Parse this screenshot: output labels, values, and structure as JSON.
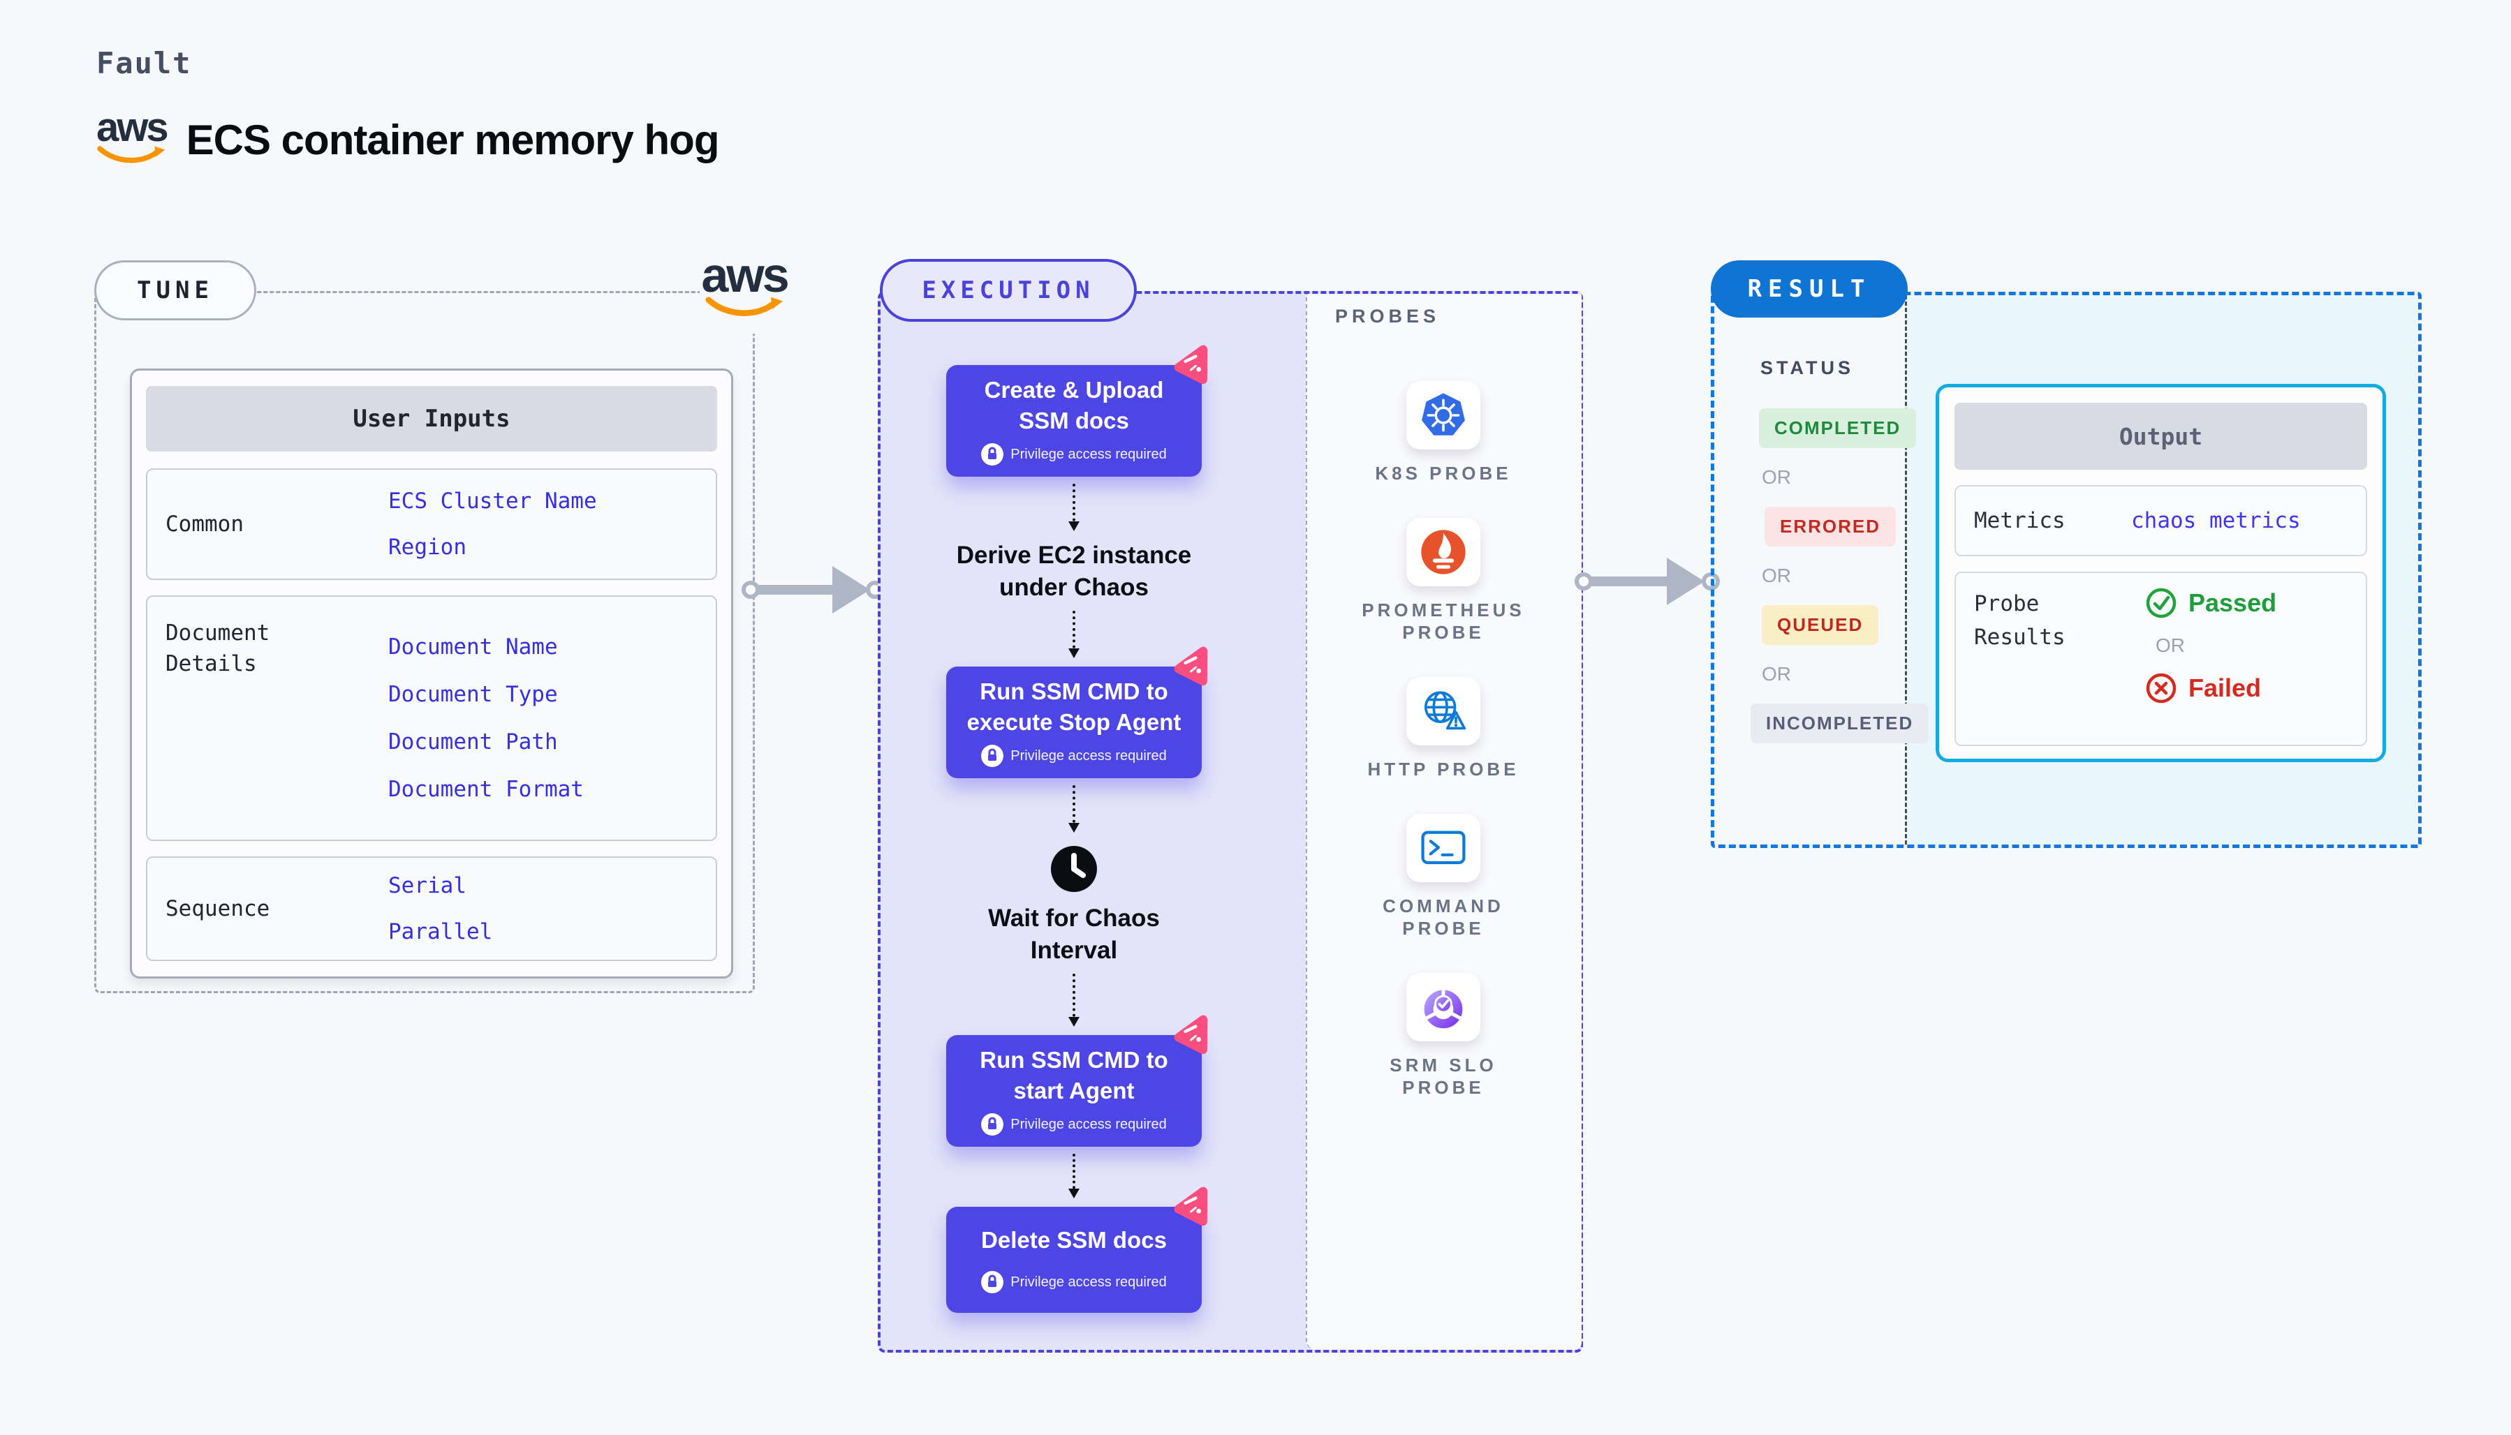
{
  "colors": {
    "page_bg": "#F7F8FB",
    "chaos_block": "#4E46E4",
    "execution_lavender": "#E3E3F9",
    "execution_border": "#4A43DA",
    "tune_border": "#9EA6B4",
    "result_blue": "#0F74D2",
    "result_border": "#1277DC",
    "result_cyan_bg": "#E9F6FB",
    "output_card_border": "#12ACE2",
    "table_value_blue": "#352FDD",
    "metrics_value_blue": "#4335E8",
    "aws_orange": "#F79400",
    "aws_dark": "#232F3E",
    "pink_badge": "#FA4E7F",
    "passed_green": "#1F9D3C",
    "failed_red": "#D32B20",
    "arrow_gray": "#AEB5C4"
  },
  "header": {
    "kicker": "Fault",
    "title": "ECS container memory hog",
    "aws_logo_text": "aws"
  },
  "tune": {
    "pill": "TUNE",
    "aws_logo_text": "aws",
    "user_inputs": {
      "header": "User Inputs",
      "groups": [
        {
          "label_lines": [
            "Common"
          ],
          "values": [
            "ECS Cluster Name",
            "Region"
          ]
        },
        {
          "label_lines": [
            "Document",
            "Details"
          ],
          "values": [
            "Document Name",
            "Document Type",
            "Document Path",
            "Document Format"
          ]
        },
        {
          "label_lines": [
            "Sequence"
          ],
          "values": [
            "Serial",
            "Parallel"
          ]
        }
      ]
    }
  },
  "execution": {
    "pill": "EXECUTION",
    "privilege_label": "Privilege access required",
    "steps": [
      {
        "type": "block",
        "lines": [
          "Create & Upload",
          "SSM docs"
        ]
      },
      {
        "type": "text",
        "lines": [
          "Derive EC2 instance",
          "under Chaos"
        ]
      },
      {
        "type": "block",
        "lines": [
          "Run SSM CMD to",
          "execute Stop Agent"
        ]
      },
      {
        "type": "wait",
        "lines": [
          "Wait for Chaos",
          "Interval"
        ]
      },
      {
        "type": "block",
        "lines": [
          "Run SSM CMD to",
          "start Agent"
        ]
      },
      {
        "type": "block",
        "lines": [
          "Delete SSM docs"
        ]
      }
    ]
  },
  "probes": {
    "heading": "PROBES",
    "items": [
      {
        "icon": "kubernetes-icon",
        "lines": [
          "K8S PROBE"
        ]
      },
      {
        "icon": "prometheus-icon",
        "lines": [
          "PROMETHEUS",
          "PROBE"
        ]
      },
      {
        "icon": "http-globe-icon",
        "lines": [
          "HTTP PROBE"
        ]
      },
      {
        "icon": "terminal-icon",
        "lines": [
          "COMMAND",
          "PROBE"
        ]
      },
      {
        "icon": "slo-donut-icon",
        "lines": [
          "SRM SLO",
          "PROBE"
        ]
      }
    ]
  },
  "result": {
    "pill": "RESULT",
    "status_heading": "STATUS",
    "or_label": "OR",
    "statuses": [
      {
        "label": "COMPLETED",
        "bg": "#D9F0DC",
        "color": "#1F8A3C"
      },
      {
        "label": "ERRORED",
        "bg": "#FBE4E3",
        "color": "#C52A21"
      },
      {
        "label": "QUEUED",
        "bg": "#F9EEC5",
        "color": "#C3261C"
      },
      {
        "label": "INCOMPLETED",
        "bg": "#E9EAF2",
        "color": "#575E78"
      }
    ],
    "output": {
      "header": "Output",
      "metrics_label": "Metrics",
      "metrics_value": "chaos metrics",
      "probe_results_label_lines": [
        "Probe",
        "Results"
      ],
      "passed": "Passed",
      "or_label": "OR",
      "failed": "Failed"
    }
  }
}
